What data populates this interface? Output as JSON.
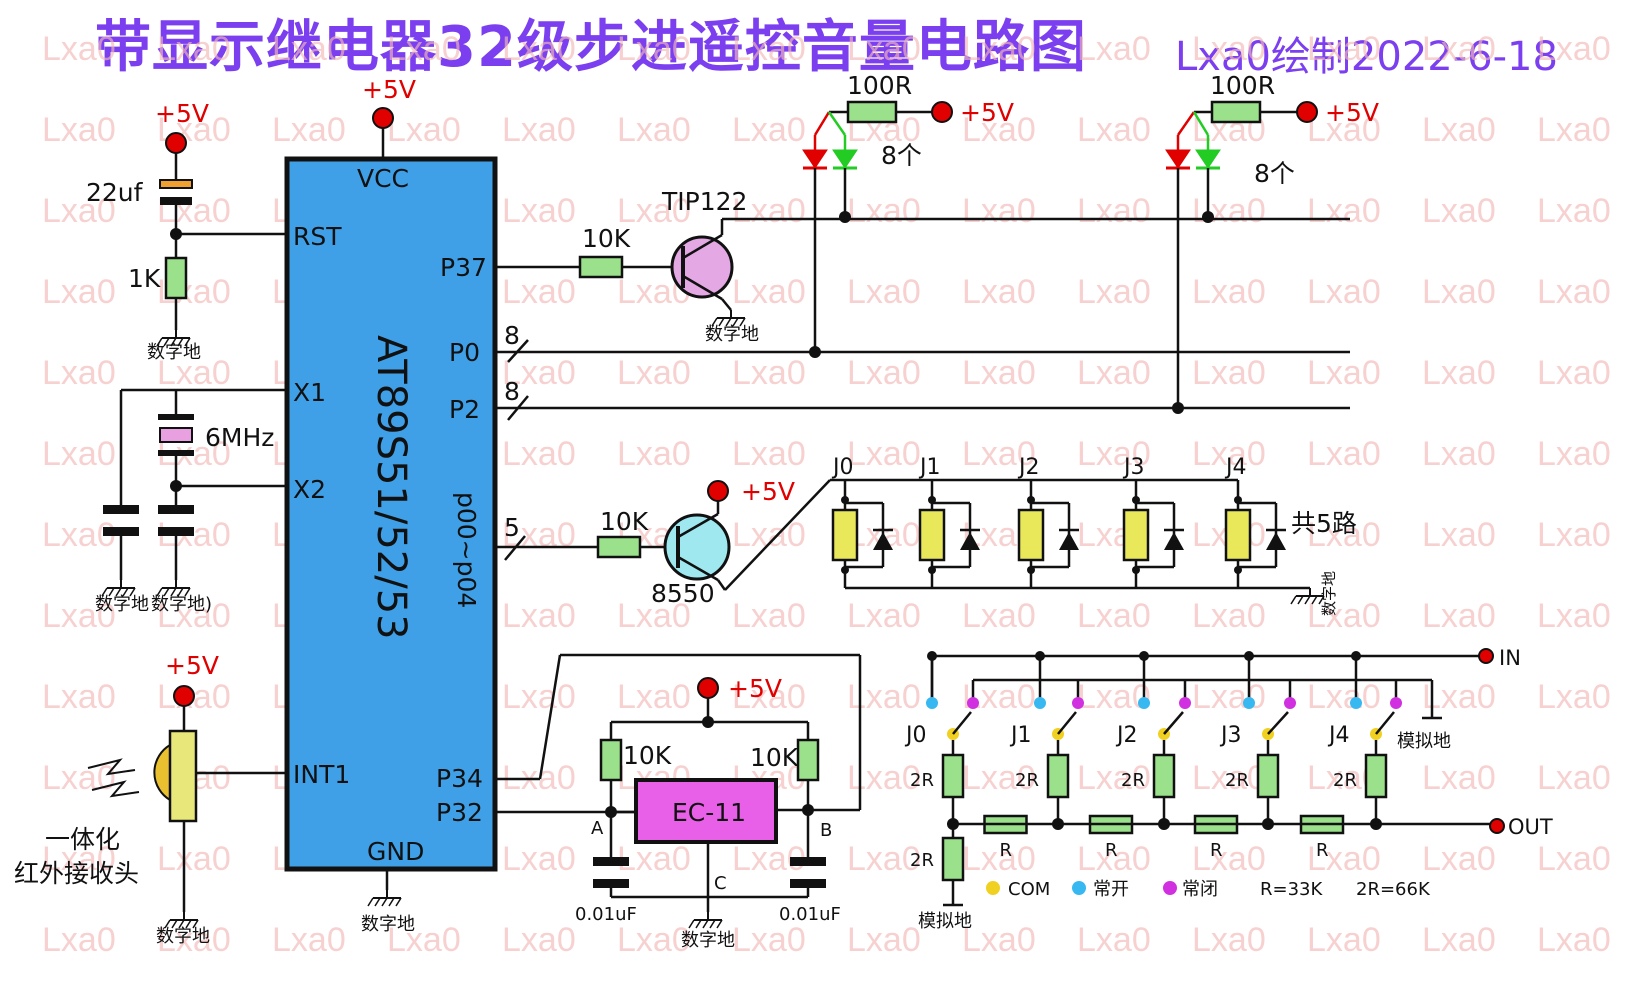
{
  "title": "带显示继电器32级步进遥控音量电路图",
  "author": "Lxa0绘制2022-6-18",
  "watermark": "Lxa0",
  "colors": {
    "title": "#7b3ff0",
    "chip": "#3fa0e8",
    "power_dot": "#e00000",
    "resistor": "#9be08a",
    "relay": "#e8e85a",
    "com_dot": "#f0d020",
    "no_dot": "#38b8f0",
    "nc_dot": "#d030e0"
  },
  "chip": {
    "name": "AT89S51/52/53",
    "pins": {
      "vcc": "VCC",
      "rst": "RST",
      "x1": "X1",
      "x2": "X2",
      "int1": "INT1",
      "gnd": "GND",
      "p37": "P37",
      "p0": "P0",
      "p2": "P2",
      "p00": "p00~p04",
      "p34": "P34",
      "p32": "P32"
    }
  },
  "power": {
    "vcc": "+5V"
  },
  "ground": {
    "digital": "数字地",
    "digital_x2": "数字地)",
    "analog": "模拟地"
  },
  "reset": {
    "cap": "22uf",
    "res": "1K"
  },
  "crystal": {
    "freq": "6MHz"
  },
  "ir": {
    "label_line1": "一体化",
    "label_line2": "红外接收头"
  },
  "display": {
    "transistor": "TIP122",
    "base_res": "10K",
    "led_res": "100R",
    "led_count": "8个",
    "bus_width_p0": "8",
    "bus_width_p2": "8"
  },
  "relay_driver": {
    "transistor": "8550",
    "base_res": "10K",
    "bus_width": "5",
    "relays": [
      "J0",
      "J1",
      "J2",
      "J3",
      "J4"
    ],
    "total": "共5路"
  },
  "encoder": {
    "name": "EC-11",
    "pullup": "10K",
    "cap": "0.01uF",
    "pin_a": "A",
    "pin_b": "B",
    "pin_c": "C"
  },
  "ladder": {
    "input": "IN",
    "output": "OUT",
    "relays": [
      "J0",
      "J1",
      "J2",
      "J3",
      "J4"
    ],
    "r": "R",
    "r2": "2R",
    "legend": {
      "com": "COM",
      "no": "常开",
      "nc": "常闭",
      "r_val": "R=33K",
      "r2_val": "2R=66K"
    }
  }
}
